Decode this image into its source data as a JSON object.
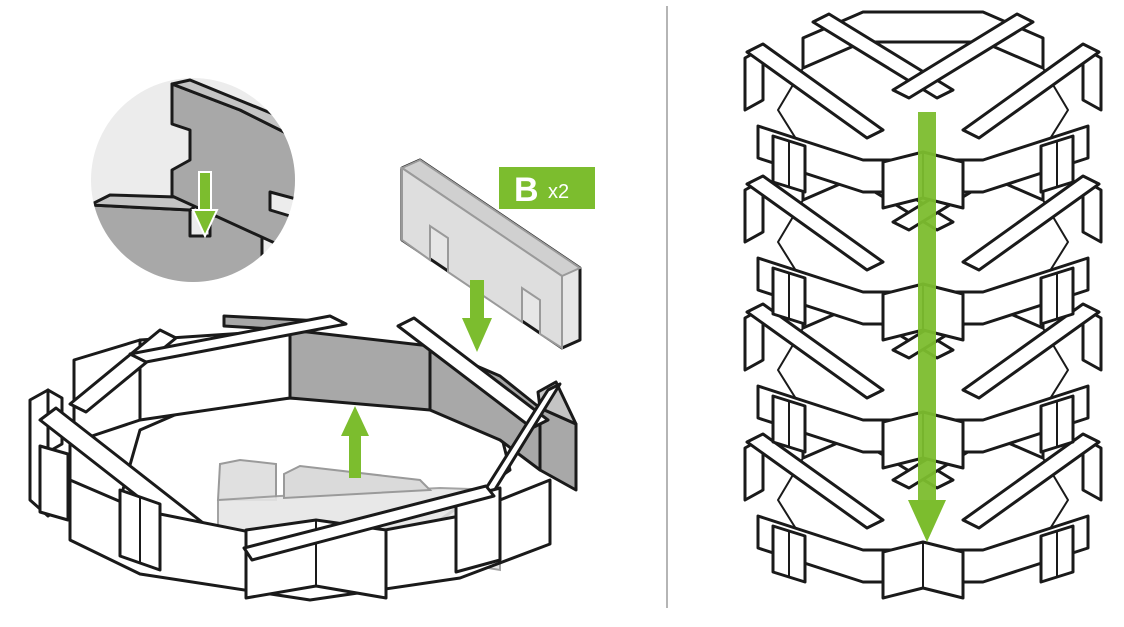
{
  "badge": {
    "letter": "B",
    "quantity": "x2"
  },
  "colors": {
    "accent_green": "#7cbd2e",
    "outline": "#1a1a1a",
    "piece_white": "#ffffff",
    "piece_dark_gray": "#a8a8a8",
    "piece_mid_gray": "#c4c4c4",
    "ghost_gray": "#d9d9d9",
    "inset_background": "#ececec",
    "divider": "#b5b5b5"
  },
  "panels": [
    {
      "name": "assembly-step",
      "description_icon": "insert-panel-b"
    },
    {
      "name": "stacking-step",
      "description_icon": "stack-rings"
    }
  ]
}
